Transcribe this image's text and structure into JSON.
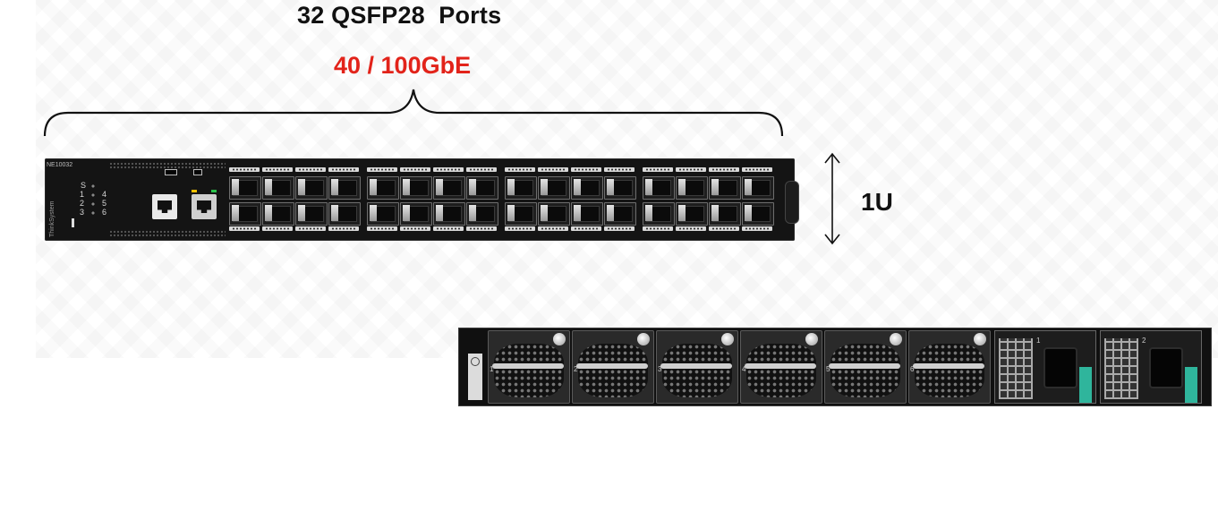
{
  "header": {
    "title": "32 QSFP28  Ports",
    "speed": "40 / 100GbE",
    "speed_color": "#e2231a"
  },
  "height_label": "1U",
  "front_panel": {
    "model": "NE10032",
    "brand": "ThinkSystem",
    "status_leds": [
      "S",
      "1",
      "2",
      "3",
      "4",
      "5",
      "6"
    ],
    "port_groups": 4
  },
  "rear_panel": {
    "fan_modules": [
      "1",
      "2",
      "3",
      "4",
      "5",
      "6"
    ],
    "power_supplies": [
      "1",
      "2"
    ],
    "latch_color": "#2fb59c"
  }
}
